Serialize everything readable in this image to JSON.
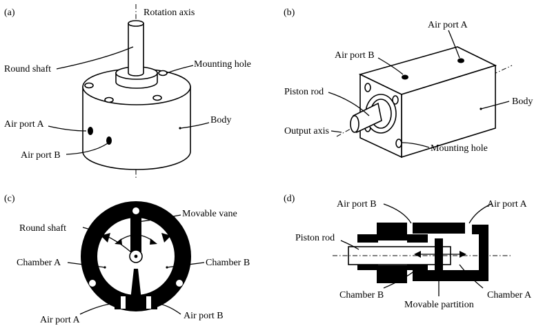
{
  "panels": {
    "a": {
      "letter": "(a)",
      "labels": {
        "rotation_axis": "Rotation axis",
        "round_shaft": "Round shaft",
        "mounting_hole": "Mounting hole",
        "body": "Body",
        "air_port_a": "Air port A",
        "air_port_b": "Air port B"
      }
    },
    "b": {
      "letter": "(b)",
      "labels": {
        "air_port_a": "Air port A",
        "air_port_b": "Air port B",
        "piston_rod": "Piston rod",
        "body": "Body",
        "output_axis": "Output axis",
        "mounting_hole": "Mounting hole"
      }
    },
    "c": {
      "letter": "(c)",
      "labels": {
        "round_shaft": "Round shaft",
        "movable_vane": "Movable vane",
        "chamber_a": "Chamber A",
        "chamber_b": "Chamber B",
        "air_port_a": "Air port A",
        "air_port_b": "Air port B"
      }
    },
    "d": {
      "letter": "(d)",
      "labels": {
        "air_port_b": "Air port B",
        "air_port_a": "Air port A",
        "piston_rod": "Piston rod",
        "chamber_b": "Chamber B",
        "movable_partition": "Movable partition",
        "chamber_a": "Chamber A"
      }
    }
  }
}
